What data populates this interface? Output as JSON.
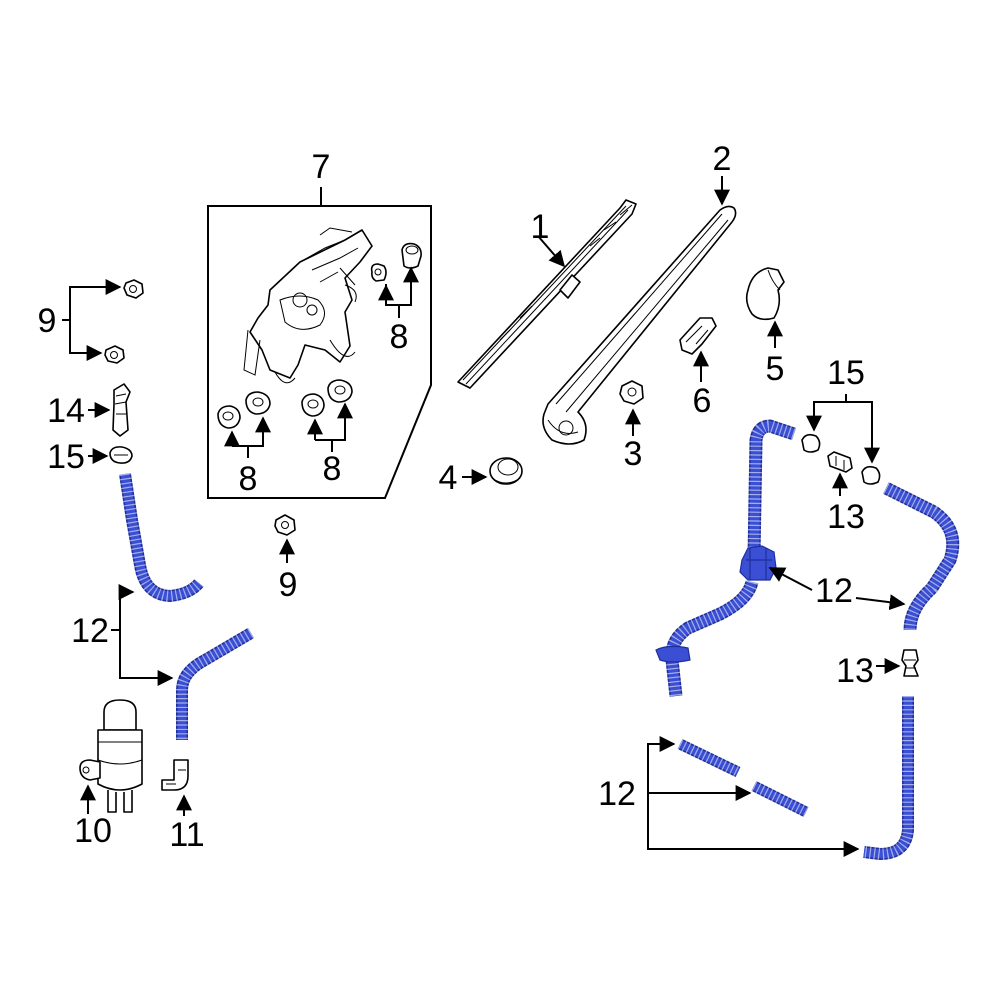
{
  "diagram": {
    "callouts": {
      "c1": "1",
      "c2": "2",
      "c3": "3",
      "c4": "4",
      "c5": "5",
      "c6": "6",
      "c7": "7",
      "c8a": "8",
      "c8b": "8",
      "c8c": "8",
      "c9a": "9",
      "c9b": "9",
      "c10": "10",
      "c11": "11",
      "c12a": "12",
      "c12b": "12",
      "c12c": "12",
      "c13a": "13",
      "c13b": "13",
      "c14": "14",
      "c15a": "15",
      "c15b": "15"
    },
    "colors": {
      "hose": "#3b4fd4",
      "hose_outline": "#1e2f9c",
      "line": "#000000",
      "background": "#ffffff"
    }
  }
}
